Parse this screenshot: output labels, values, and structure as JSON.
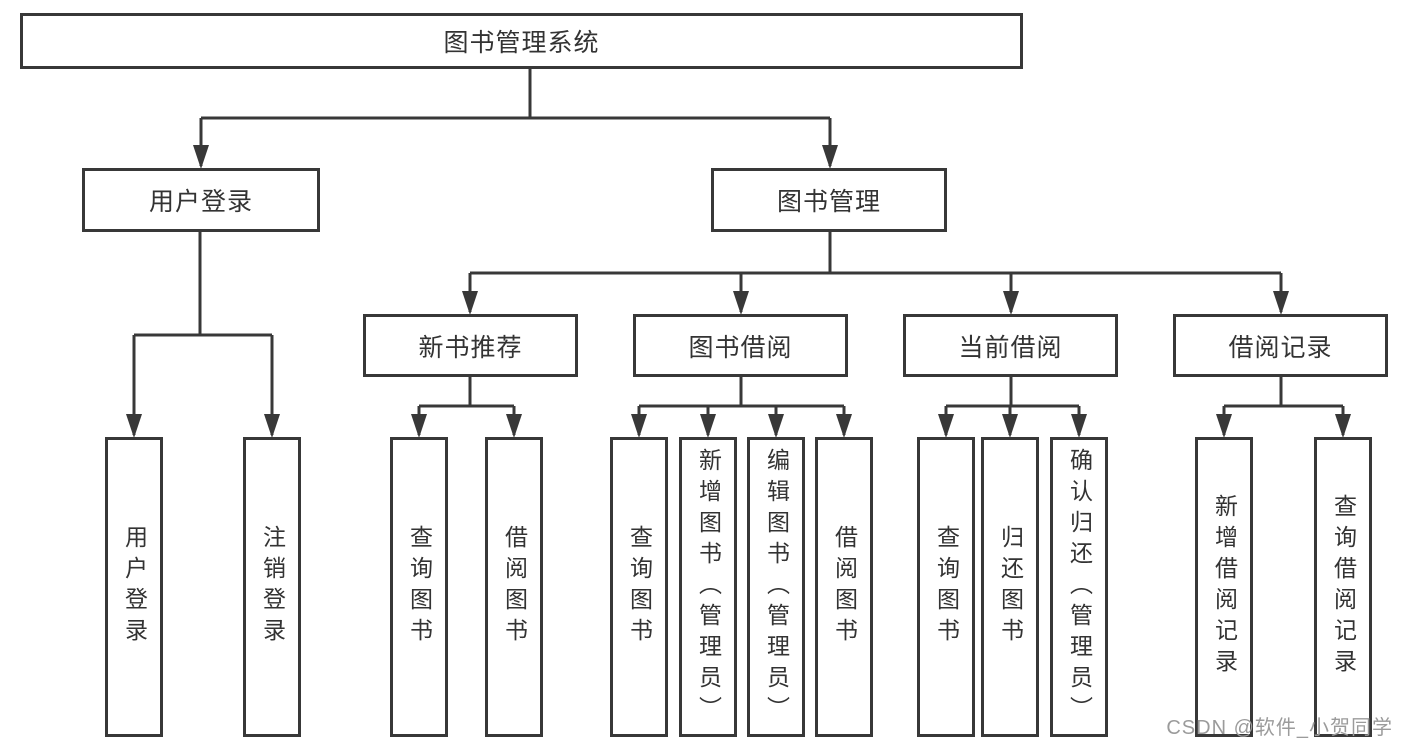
{
  "tree": {
    "root": "图书管理系统",
    "level2": [
      "用户登录",
      "图书管理"
    ],
    "level3": [
      "新书推荐",
      "图书借阅",
      "当前借阅",
      "借阅记录"
    ],
    "leaves": {
      "user_login": [
        "用户登录",
        "注销登录"
      ],
      "new_books": [
        "查询图书",
        "借阅图书"
      ],
      "book_borrow": [
        "查询图书",
        "新增图书（管理员）",
        "编辑图书（管理员）",
        "借阅图书"
      ],
      "current_borrow": [
        "查询图书",
        "归还图书",
        "确认归还（管理员）"
      ],
      "borrow_records": [
        "新增借阅记录",
        "查询借阅记录"
      ]
    }
  },
  "watermark": "CSDN @软件_小贺同学",
  "colors": {
    "line": "#383838",
    "text": "#333333",
    "watermark": "#9b9b9b",
    "background": "#ffffff"
  }
}
